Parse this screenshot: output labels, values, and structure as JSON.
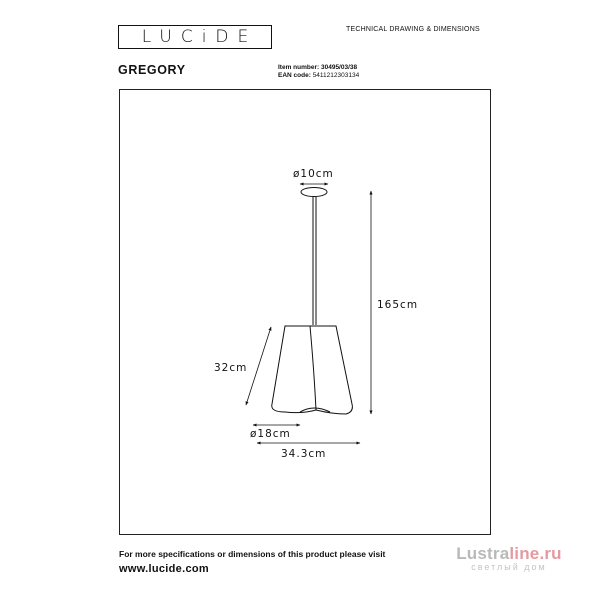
{
  "header": {
    "logo": "LUCiDE",
    "doc_type": "TECHNICAL DRAWING & DIMENSIONS",
    "product_name": "GREGORY",
    "item_number_label": "Item number:",
    "item_number": "30495/03/38",
    "ean_label": "EAN code:",
    "ean_code": "5411212303134"
  },
  "dimensions": {
    "canopy_diameter": "ø10cm",
    "total_height": "165cm",
    "shade_height": "32cm",
    "bottom_diameter": "ø18cm",
    "shade_width": "34.3cm"
  },
  "footer": {
    "note": "For more specifications or dimensions of this product please visit",
    "url": "www.lucide.com"
  },
  "watermark": {
    "brand_part1": "Lustra",
    "brand_part2": "line.ru",
    "tagline": "светлый дом"
  },
  "colors": {
    "line": "#111111",
    "watermark_gray": "#b9b9b9",
    "watermark_accent": "#e39aa0"
  }
}
